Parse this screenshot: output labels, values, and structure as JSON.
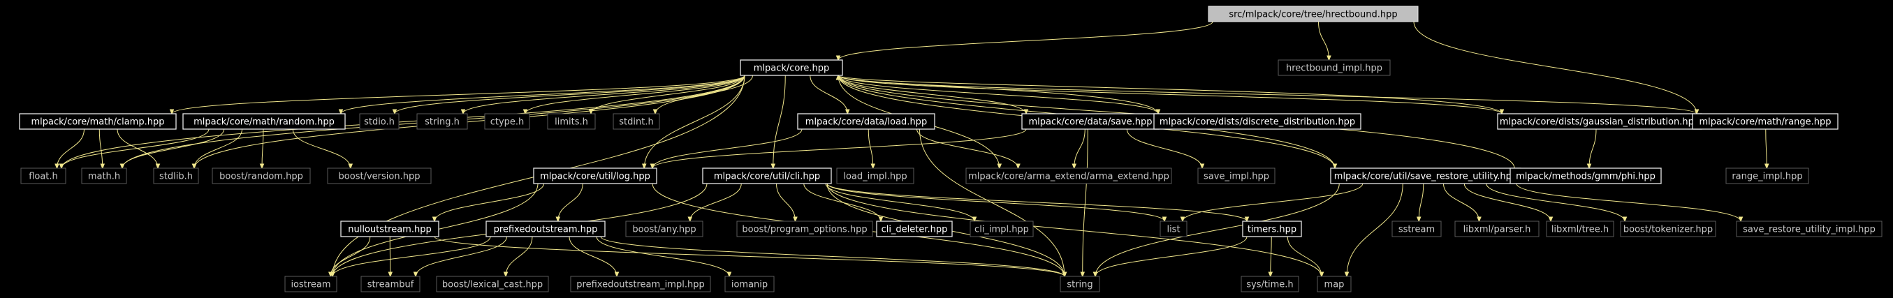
{
  "graph": {
    "root": "src/mlpack/core/tree/hrectbound.hpp",
    "nodes": {
      "root": "src/mlpack/core/tree/hrectbound.hpp",
      "hrectbound_impl": "hrectbound_impl.hpp",
      "core": "mlpack/core.hpp",
      "clamp": "mlpack/core/math/clamp.hpp",
      "random": "mlpack/core/math/random.hpp",
      "stdio": "stdio.h",
      "string_h": "string.h",
      "ctype": "ctype.h",
      "limits": "limits.h",
      "stdint": "stdint.h",
      "load": "mlpack/core/data/load.hpp",
      "save": "mlpack/core/data/save.hpp",
      "discrete": "mlpack/core/dists/discrete_distribution.hpp",
      "gaussian": "mlpack/core/dists/gaussian_distribution.hpp",
      "range": "mlpack/core/math/range.hpp",
      "float_h": "float.h",
      "math_h": "math.h",
      "stdlib": "stdlib.h",
      "boost_random": "boost/random.hpp",
      "boost_version": "boost/version.hpp",
      "log": "mlpack/core/util/log.hpp",
      "cli": "mlpack/core/util/cli.hpp",
      "load_impl": "load_impl.hpp",
      "arma_extend": "mlpack/core/arma_extend/arma_extend.hpp",
      "save_impl": "save_impl.hpp",
      "sru": "mlpack/core/util/save_restore_utility.hpp",
      "phi": "mlpack/methods/gmm/phi.hpp",
      "range_impl": "range_impl.hpp",
      "nullout": "nulloutstream.hpp",
      "prefixed": "prefixedoutstream.hpp",
      "boost_any": "boost/any.hpp",
      "boost_po": "boost/program_options.hpp",
      "cli_deleter": "cli_deleter.hpp",
      "cli_impl": "cli_impl.hpp",
      "list": "list",
      "timers": "timers.hpp",
      "sstream": "sstream",
      "parser": "libxml/parser.h",
      "tree": "libxml/tree.h",
      "tokenizer": "boost/tokenizer.hpp",
      "sru_impl": "save_restore_utility_impl.hpp",
      "iostream": "iostream",
      "streambuf": "streambuf",
      "lexical": "boost/lexical_cast.hpp",
      "prefixed_impl": "prefixedoutstream_impl.hpp",
      "iomanip": "iomanip",
      "string": "string",
      "systime": "sys/time.h",
      "map": "map"
    },
    "edges": [
      [
        "root",
        "core"
      ],
      [
        "root",
        "hrectbound_impl"
      ],
      [
        "root",
        "range"
      ],
      [
        "core",
        "clamp"
      ],
      [
        "core",
        "random"
      ],
      [
        "core",
        "stdio"
      ],
      [
        "core",
        "string_h"
      ],
      [
        "core",
        "ctype"
      ],
      [
        "core",
        "limits"
      ],
      [
        "core",
        "stdint"
      ],
      [
        "core",
        "load"
      ],
      [
        "core",
        "save"
      ],
      [
        "core",
        "discrete"
      ],
      [
        "core",
        "gaussian"
      ],
      [
        "core",
        "range"
      ],
      [
        "core",
        "float_h"
      ],
      [
        "core",
        "math_h"
      ],
      [
        "core",
        "stdlib"
      ],
      [
        "core",
        "log"
      ],
      [
        "core",
        "cli"
      ],
      [
        "core",
        "arma_extend"
      ],
      [
        "core",
        "sru"
      ],
      [
        "core",
        "iostream"
      ],
      [
        "clamp",
        "float_h"
      ],
      [
        "clamp",
        "math_h"
      ],
      [
        "clamp",
        "stdlib"
      ],
      [
        "random",
        "float_h"
      ],
      [
        "random",
        "math_h"
      ],
      [
        "random",
        "stdlib"
      ],
      [
        "random",
        "boost_random"
      ],
      [
        "random",
        "boost_version"
      ],
      [
        "load",
        "log"
      ],
      [
        "load",
        "load_impl"
      ],
      [
        "load",
        "arma_extend"
      ],
      [
        "load",
        "string"
      ],
      [
        "save",
        "log"
      ],
      [
        "save",
        "save_impl"
      ],
      [
        "save",
        "arma_extend"
      ],
      [
        "save",
        "string"
      ],
      [
        "discrete",
        "core"
      ],
      [
        "gaussian",
        "core"
      ],
      [
        "phi",
        "core"
      ],
      [
        "gaussian",
        "phi"
      ],
      [
        "sru",
        "core"
      ],
      [
        "range",
        "range_impl"
      ],
      [
        "log",
        "nullout"
      ],
      [
        "log",
        "prefixed"
      ],
      [
        "log",
        "iostream"
      ],
      [
        "log",
        "string"
      ],
      [
        "cli",
        "boost_any"
      ],
      [
        "cli",
        "boost_po"
      ],
      [
        "cli",
        "cli_deleter"
      ],
      [
        "cli",
        "cli_impl"
      ],
      [
        "cli",
        "list"
      ],
      [
        "cli",
        "timers"
      ],
      [
        "cli",
        "map"
      ],
      [
        "cli",
        "string"
      ],
      [
        "cli",
        "iostream"
      ],
      [
        "nullout",
        "iostream"
      ],
      [
        "nullout",
        "streambuf"
      ],
      [
        "nullout",
        "string"
      ],
      [
        "prefixed",
        "iostream"
      ],
      [
        "prefixed",
        "streambuf"
      ],
      [
        "prefixed",
        "lexical"
      ],
      [
        "prefixed",
        "prefixed_impl"
      ],
      [
        "prefixed",
        "iomanip"
      ],
      [
        "prefixed",
        "string"
      ],
      [
        "timers",
        "systime"
      ],
      [
        "timers",
        "string"
      ],
      [
        "timers",
        "map"
      ],
      [
        "sru",
        "list"
      ],
      [
        "sru",
        "sstream"
      ],
      [
        "sru",
        "parser"
      ],
      [
        "sru",
        "tree"
      ],
      [
        "sru",
        "tokenizer"
      ],
      [
        "sru",
        "sru_impl"
      ],
      [
        "sru",
        "string"
      ],
      [
        "sru",
        "map"
      ]
    ]
  }
}
